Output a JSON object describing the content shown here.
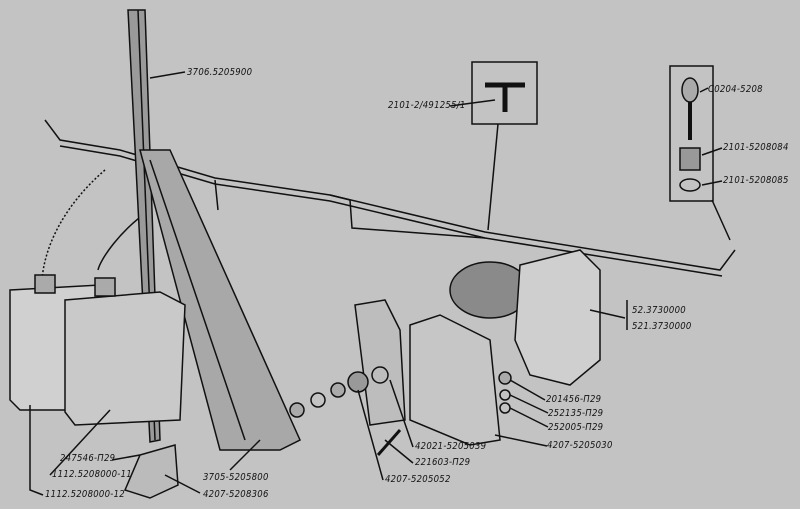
{
  "diagram": {
    "colors": {
      "background": "#c3c3c3",
      "ink": "#111111"
    },
    "labels": {
      "wiper_blade": "3706.5205900",
      "tee_fitting": "2101-2/491255/1",
      "nozzle": "C0204-5208",
      "nozzle_nut": "2101-5208084",
      "nozzle_washer": "2101-5208085",
      "motor_a": "52.3730000",
      "motor_b": "521.3730000",
      "bolt": "201456-П29",
      "washer_a": "252135-П29",
      "washer_b": "252005-П29",
      "motor_bracket": "4207-5205030",
      "bracket_plate": "42021-5205039",
      "screw": "221603-П29",
      "bracket_bolt": "4207-5205052",
      "tank_screw": "247546-П29",
      "tank_a": "1112.5208000-11",
      "tank_b": "1112.5208000-12",
      "wiper_arm": "3705-5205800",
      "tank_bracket": "4207-5208306"
    }
  }
}
